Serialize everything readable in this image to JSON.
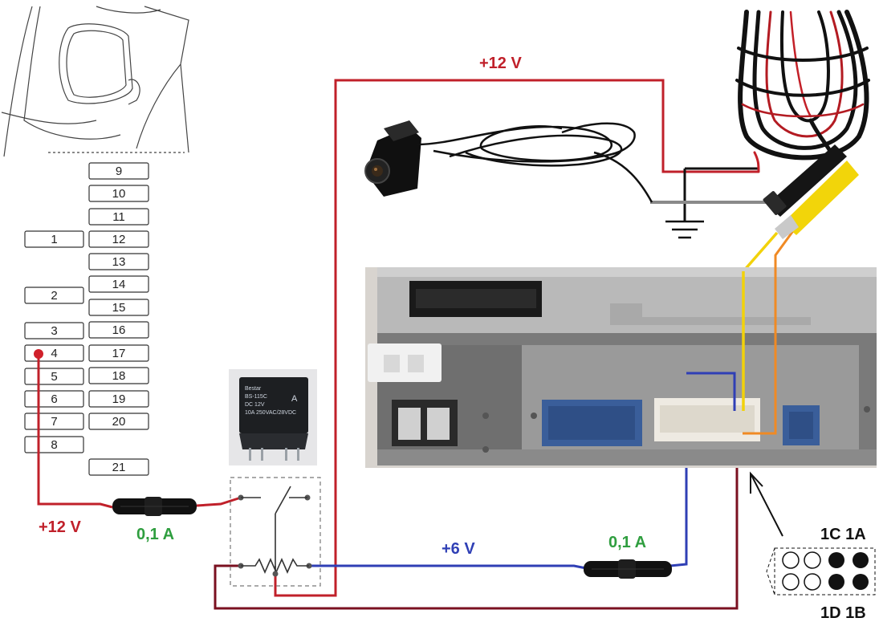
{
  "fuse_box": {
    "left_fuses": [
      "1",
      "2",
      "3",
      "4",
      "5",
      "6",
      "7",
      "8"
    ],
    "right_fuses": [
      "9",
      "10",
      "11",
      "12",
      "13",
      "14",
      "15",
      "16",
      "17",
      "18",
      "19",
      "20",
      "21"
    ]
  },
  "labels": {
    "top_voltage": "+12 V",
    "left_voltage": "+12 V",
    "left_fuse_current": "0,1 A",
    "blue_voltage": "+6 V",
    "right_fuse_current": "0,1 A",
    "pin_top": "1C 1A",
    "pin_bottom": "1D 1B"
  },
  "relay_photo": {
    "brand": "Bestar",
    "model": "BS-115C",
    "line1": "DC 12V",
    "line2": "10A 250VAC/28VDC",
    "mark": "A"
  },
  "colors": {
    "red_wire": "#c0202a",
    "dark_red_wire": "#7a1020",
    "blue_wire": "#2f3fb5",
    "yellow_wire": "#f2d20a",
    "orange_wire": "#f08a24",
    "gray_wire": "#8a8a8a",
    "black_wire": "#111111"
  }
}
